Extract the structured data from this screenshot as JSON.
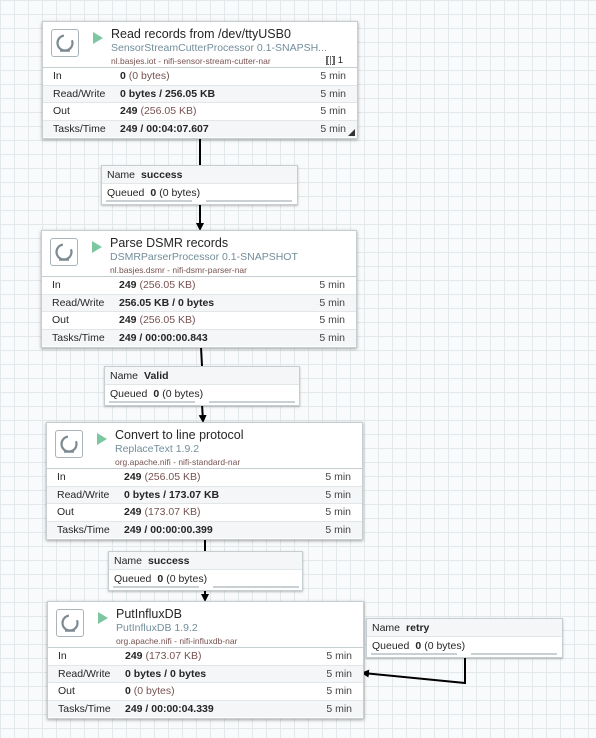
{
  "processors": [
    {
      "name": "Read records from /dev/ttyUSB0",
      "type": "SensorStreamCutterProcessor 0.1-SNAPSH...",
      "bundle": "nl.basjes.iot - nifi-sensor-stream-cutter-nar",
      "badge": "1",
      "stats": [
        {
          "label": "In",
          "bold": "0",
          "sub": "(0 bytes)",
          "window": "5 min"
        },
        {
          "label": "Read/Write",
          "bold": "0 bytes / 256.05 KB",
          "sub": "",
          "window": "5 min"
        },
        {
          "label": "Out",
          "bold": "249",
          "sub": "(256.05 KB)",
          "window": "5 min"
        },
        {
          "label": "Tasks/Time",
          "bold": "249 / 00:04:07.607",
          "sub": "",
          "window": "5 min"
        }
      ]
    },
    {
      "name": "Parse DSMR records",
      "type": "DSMRParserProcessor 0.1-SNAPSHOT",
      "bundle": "nl.basjes.dsmr - nifi-dsmr-parser-nar",
      "stats": [
        {
          "label": "In",
          "bold": "249",
          "sub": "(256.05 KB)",
          "window": "5 min"
        },
        {
          "label": "Read/Write",
          "bold": "256.05 KB / 0 bytes",
          "sub": "",
          "window": "5 min"
        },
        {
          "label": "Out",
          "bold": "249",
          "sub": "(256.05 KB)",
          "window": "5 min"
        },
        {
          "label": "Tasks/Time",
          "bold": "249 / 00:00:00.843",
          "sub": "",
          "window": "5 min"
        }
      ]
    },
    {
      "name": "Convert to line protocol",
      "type": "ReplaceText 1.9.2",
      "bundle": "org.apache.nifi - nifi-standard-nar",
      "stats": [
        {
          "label": "In",
          "bold": "249",
          "sub": "(256.05 KB)",
          "window": "5 min"
        },
        {
          "label": "Read/Write",
          "bold": "0 bytes / 173.07 KB",
          "sub": "",
          "window": "5 min"
        },
        {
          "label": "Out",
          "bold": "249",
          "sub": "(173.07 KB)",
          "window": "5 min"
        },
        {
          "label": "Tasks/Time",
          "bold": "249 / 00:00:00.399",
          "sub": "",
          "window": "5 min"
        }
      ]
    },
    {
      "name": "PutInfluxDB",
      "type": "PutInfluxDB 1.9.2",
      "bundle": "org.apache.nifi - nifi-influxdb-nar",
      "stats": [
        {
          "label": "In",
          "bold": "249",
          "sub": "(173.07 KB)",
          "window": "5 min"
        },
        {
          "label": "Read/Write",
          "bold": "0 bytes / 0 bytes",
          "sub": "",
          "window": "5 min"
        },
        {
          "label": "Out",
          "bold": "0",
          "sub": "(0 bytes)",
          "window": "5 min"
        },
        {
          "label": "Tasks/Time",
          "bold": "249 / 00:00:04.339",
          "sub": "",
          "window": "5 min"
        }
      ]
    }
  ],
  "connections": [
    {
      "name_label": "Name",
      "name": "success",
      "queued_label": "Queued",
      "queued_count": "0",
      "queued_size": "(0 bytes)"
    },
    {
      "name_label": "Name",
      "name": "Valid",
      "queued_label": "Queued",
      "queued_count": "0",
      "queued_size": "(0 bytes)"
    },
    {
      "name_label": "Name",
      "name": "success",
      "queued_label": "Queued",
      "queued_count": "0",
      "queued_size": "(0 bytes)"
    },
    {
      "name_label": "Name",
      "name": "retry",
      "queued_label": "Queued",
      "queued_count": "0",
      "queued_size": "(0 bytes)"
    }
  ],
  "icons": {
    "processor": "processor-icon",
    "run_state": "running-icon",
    "bulletin": "bulletin-icon",
    "resize": "resize-handle-icon"
  },
  "colors": {
    "canvas_grid": "#e3e8eb",
    "type_text": "#728e9b",
    "bundle_text": "#775351",
    "running": "#7dc7a0"
  }
}
